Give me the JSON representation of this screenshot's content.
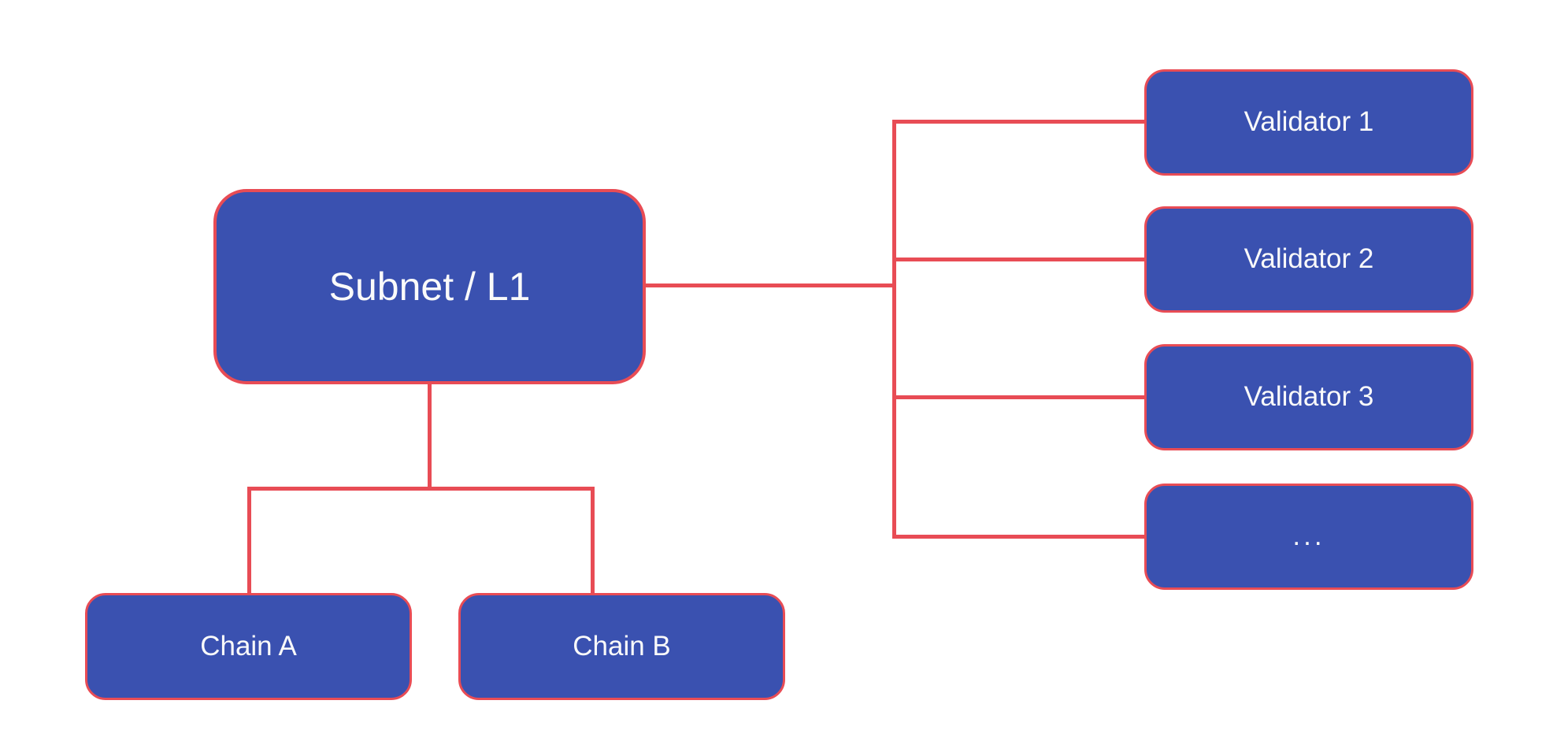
{
  "diagram": {
    "root": {
      "label": "Subnet / L1"
    },
    "chains": [
      {
        "label": "Chain A"
      },
      {
        "label": "Chain B"
      }
    ],
    "validators": [
      {
        "label": "Validator 1"
      },
      {
        "label": "Validator 2"
      },
      {
        "label": "Validator 3"
      },
      {
        "label": "..."
      }
    ],
    "colors": {
      "node_fill": "#3a51b0",
      "node_border": "#e84c55",
      "connector": "#e84c55",
      "node_text": "#fafafa",
      "background": "#ffffff"
    }
  }
}
